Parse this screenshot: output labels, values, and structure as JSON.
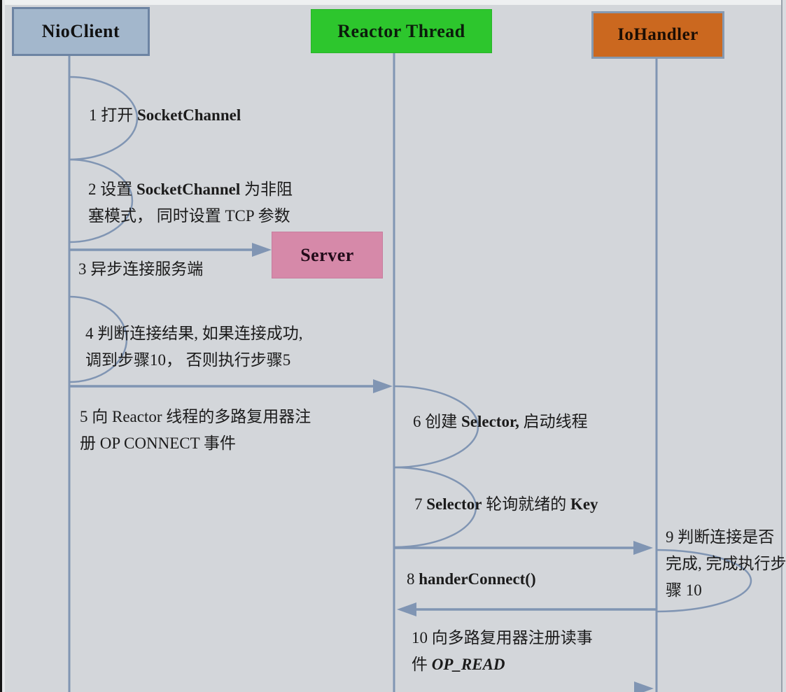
{
  "diagram_type": "sequence-diagram",
  "topic": "NIO client connection flow",
  "actors": {
    "nio_client": {
      "label": "NioClient",
      "fill": "#a3b7cc",
      "border": "#6d84a3"
    },
    "reactor_thread": {
      "label": "Reactor Thread",
      "fill": "#2dc62d"
    },
    "io_handler": {
      "label": "IoHandler",
      "fill": "#cb681f",
      "border": "#8699b0"
    },
    "server": {
      "label": "Server",
      "fill": "#d689a9"
    }
  },
  "steps": {
    "s1": {
      "pre": "1 打开 ",
      "bold": "SocketChannel"
    },
    "s2": {
      "pre": "2 设置 ",
      "bold": "SocketChannel",
      "post": " 为非阻\n塞模式， 同时设置 TCP 参数"
    },
    "s3": {
      "text": "3 异步连接服务端"
    },
    "s4": {
      "text": "4 判断连接结果, 如果连接成功,\n调到步骤10， 否则执行步骤5"
    },
    "s5": {
      "text": "5 向 Reactor 线程的多路复用器注\n册 OP CONNECT 事件"
    },
    "s6": {
      "pre": "6 创建 ",
      "bold": "Selector,",
      "post": " 启动线程"
    },
    "s7": {
      "pre": "7 ",
      "bold1": "Selector",
      "mid": " 轮询就绪的 ",
      "bold2": "Key"
    },
    "s8": {
      "pre": "8 ",
      "bold": "handerConnect()"
    },
    "s9": {
      "text": "9 判断连接是否\n完成, 完成执行步\n骤 10"
    },
    "s10": {
      "pre": "10 向多路复用器注册读事\n件 ",
      "bold_italic": "OP_READ"
    }
  },
  "colors": {
    "background": "#d3d6da",
    "line": "#8095b3",
    "text": "#1b1b1b",
    "nio_client_fill": "#a3b7cc",
    "reactor_fill": "#2dc62d",
    "io_handler_fill": "#cb681f",
    "server_fill": "#d689a9"
  }
}
